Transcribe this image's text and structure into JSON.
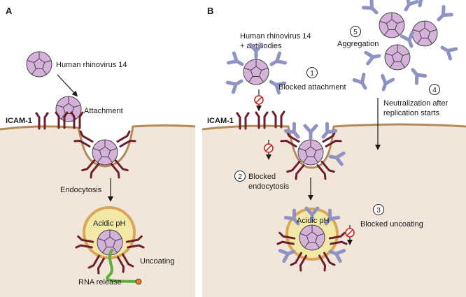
{
  "panels": {
    "a": {
      "letter": "A",
      "virus_label": "Human rhinovirus 14",
      "attachment_label": "Attachment",
      "receptor_label": "ICAM-1",
      "endocytosis_label": "Endocytosis",
      "acidic_label": "Acidic pH",
      "uncoating_label": "Uncoating",
      "rna_label": "RNA release"
    },
    "b": {
      "letter": "B",
      "virus_label_line1": "Human rhinovirus 14",
      "virus_label_line2": "+ antibodies",
      "receptor_label": "ICAM-1",
      "acidic_label": "Acidic pH",
      "steps": [
        {
          "number": "1",
          "line1": "Blocked attachment",
          "line2": ""
        },
        {
          "number": "2",
          "line1": "Blocked",
          "line2": "endocytosis"
        },
        {
          "number": "3",
          "line1": "Blocked uncoating",
          "line2": ""
        },
        {
          "number": "4",
          "line1": "Neutralization after",
          "line2": "replication starts"
        },
        {
          "number": "5",
          "line1": "Aggregation",
          "line2": ""
        }
      ]
    }
  },
  "colors": {
    "cell": "#f2e6da",
    "membrane": "#b38a5a",
    "capsid": "#d4b2da",
    "capsid_stroke": "#444444",
    "receptor": "#6e1f2d",
    "antibody": "#8e93c4",
    "vesicle": "#f3e9a6",
    "vesicle_ring": "#d9a65a",
    "rna": "#5fae3a",
    "rna_cap": "#e07a26",
    "blocked": "#d22222"
  }
}
